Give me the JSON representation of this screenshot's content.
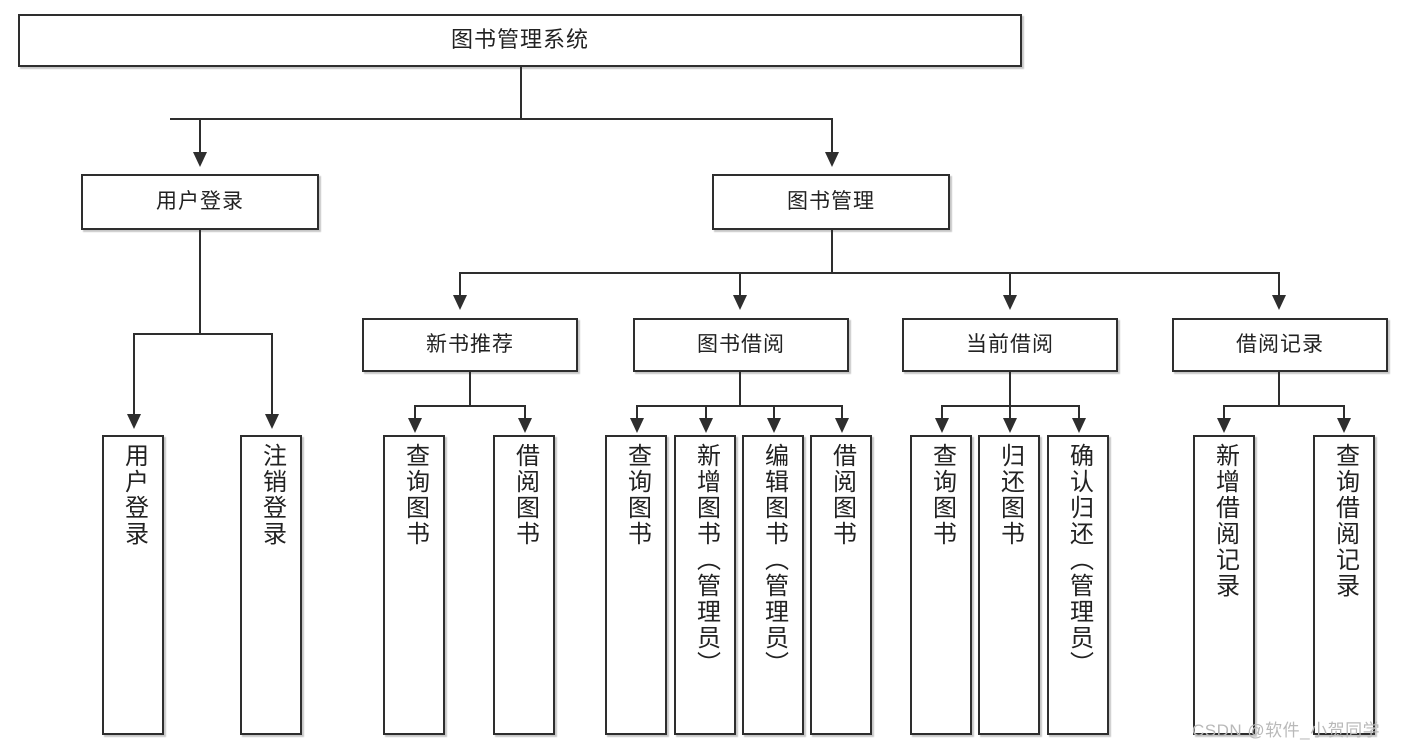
{
  "diagram": {
    "type": "tree-hierarchy",
    "title": "图书管理系统",
    "root": {
      "label": "图书管理系统"
    },
    "level2": [
      {
        "label": "用户登录"
      },
      {
        "label": "图书管理"
      }
    ],
    "level3": [
      {
        "label": "新书推荐"
      },
      {
        "label": "图书借阅"
      },
      {
        "label": "当前借阅"
      },
      {
        "label": "借阅记录"
      }
    ],
    "leaves": {
      "user_login": [
        {
          "label": "用户登录"
        },
        {
          "label": "注销登录"
        }
      ],
      "new_book_recommend": [
        {
          "label": "查询图书"
        },
        {
          "label": "借阅图书"
        }
      ],
      "book_borrow": [
        {
          "label": "查询图书"
        },
        {
          "label": "新增图书（管理员）"
        },
        {
          "label": "编辑图书（管理员）"
        },
        {
          "label": "借阅图书"
        }
      ],
      "current_borrow": [
        {
          "label": "查询图书"
        },
        {
          "label": "归还图书"
        },
        {
          "label": "确认归还（管理员）"
        }
      ],
      "borrow_record": [
        {
          "label": "新增借阅记录"
        },
        {
          "label": "查询借阅记录"
        }
      ]
    }
  },
  "watermark": {
    "text": "CSDN @软件_小贺同学"
  },
  "colors": {
    "background": "#ffffff",
    "border": "#2e2e2e",
    "text": "#222222",
    "watermark": "#b9b9b9"
  }
}
